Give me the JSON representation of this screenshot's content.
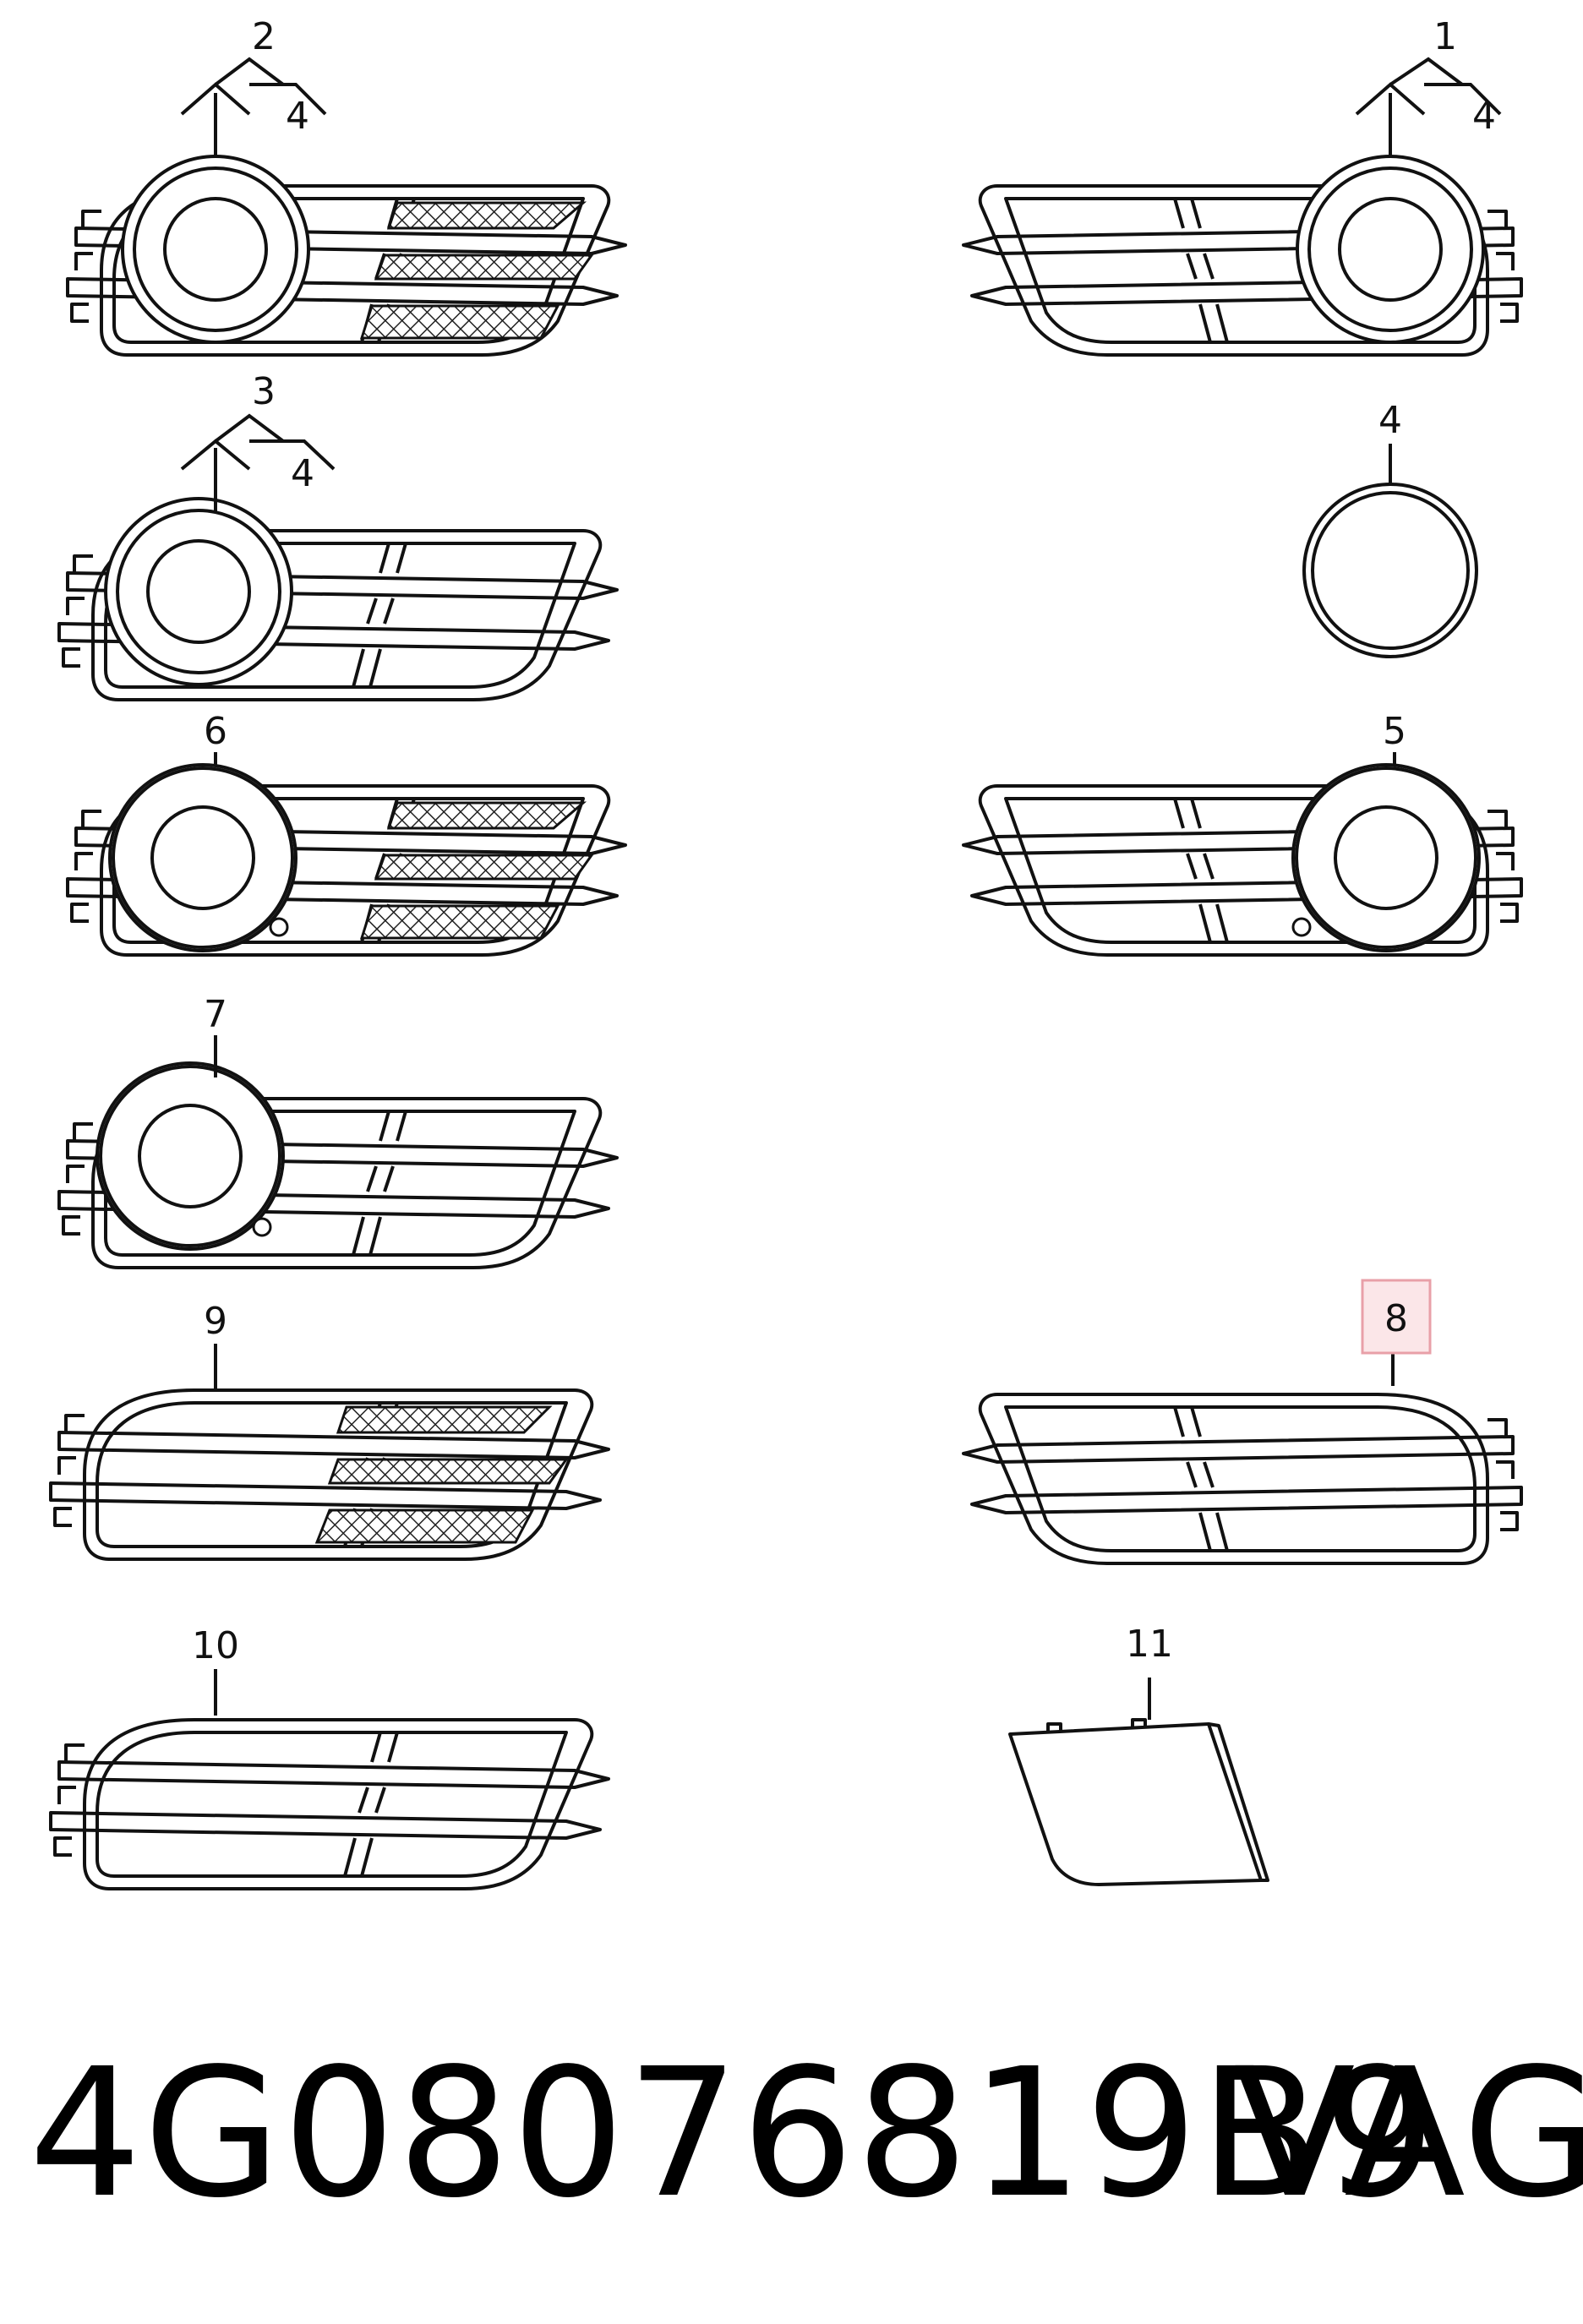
{
  "callouts": {
    "c1": "1",
    "c2": "2",
    "c3": "3",
    "c4": "4",
    "c5": "5",
    "c6": "6",
    "c7": "7",
    "c8": "8",
    "c9": "9",
    "c10": "10",
    "c11": "11",
    "sub4_on_1": "4",
    "sub4_on_2": "4",
    "sub4_on_3": "4"
  },
  "highlight": {
    "callout": "8",
    "color": "#e8a0a8",
    "fill": "#fbe6e8"
  },
  "footer": {
    "part_number": "4G08076819B9",
    "brand": "VAG"
  }
}
